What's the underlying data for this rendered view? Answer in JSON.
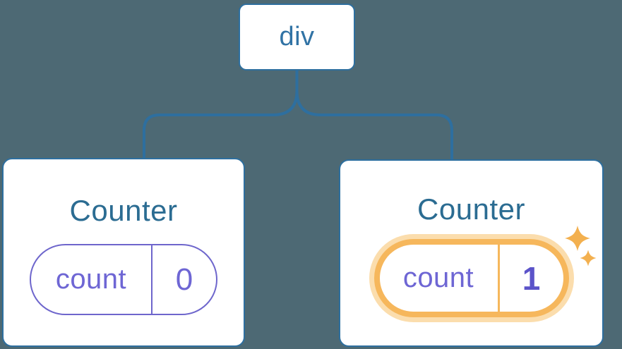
{
  "diagram": {
    "description": "Component tree with state",
    "root": {
      "label": "div"
    },
    "children": [
      {
        "title": "Counter",
        "state": {
          "key": "count",
          "value": "0"
        },
        "highlighted": false
      },
      {
        "title": "Counter",
        "state": {
          "key": "count",
          "value": "1"
        },
        "highlighted": true
      }
    ]
  },
  "icons": {
    "sparkle_large": "four-point-star",
    "sparkle_small": "four-point-star"
  },
  "colors": {
    "background": "#4d6974",
    "node_border_blue": "#2e6f9f",
    "root_label_blue": "#3173a5",
    "title_blue": "#2b6c92",
    "state_purple_text": "#6e66d4",
    "state_purple_border": "#6e66cc",
    "state_value_bold_purple": "#5b53c9",
    "highlight_orange": "#f6b75c",
    "highlight_orange_light": "#fbddad",
    "card_background": "#ffffff"
  }
}
